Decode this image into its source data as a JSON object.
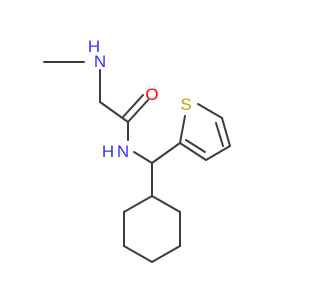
{
  "molecule": {
    "atoms": {
      "methyl_nh": {
        "text": "H",
        "color": "#3333ff"
      },
      "methyl_n": {
        "text": "N",
        "color": "#3333ff"
      },
      "carbonyl_o": {
        "text": "O",
        "color": "#ff0000"
      },
      "amide_n": {
        "text": "N",
        "color": "#3333ff"
      },
      "amide_nh": {
        "text": "H",
        "color": "#3333ff"
      },
      "thiophene_s": {
        "text": "S",
        "color": "#c8a000"
      }
    },
    "bond_color": "#3c3c3c"
  }
}
